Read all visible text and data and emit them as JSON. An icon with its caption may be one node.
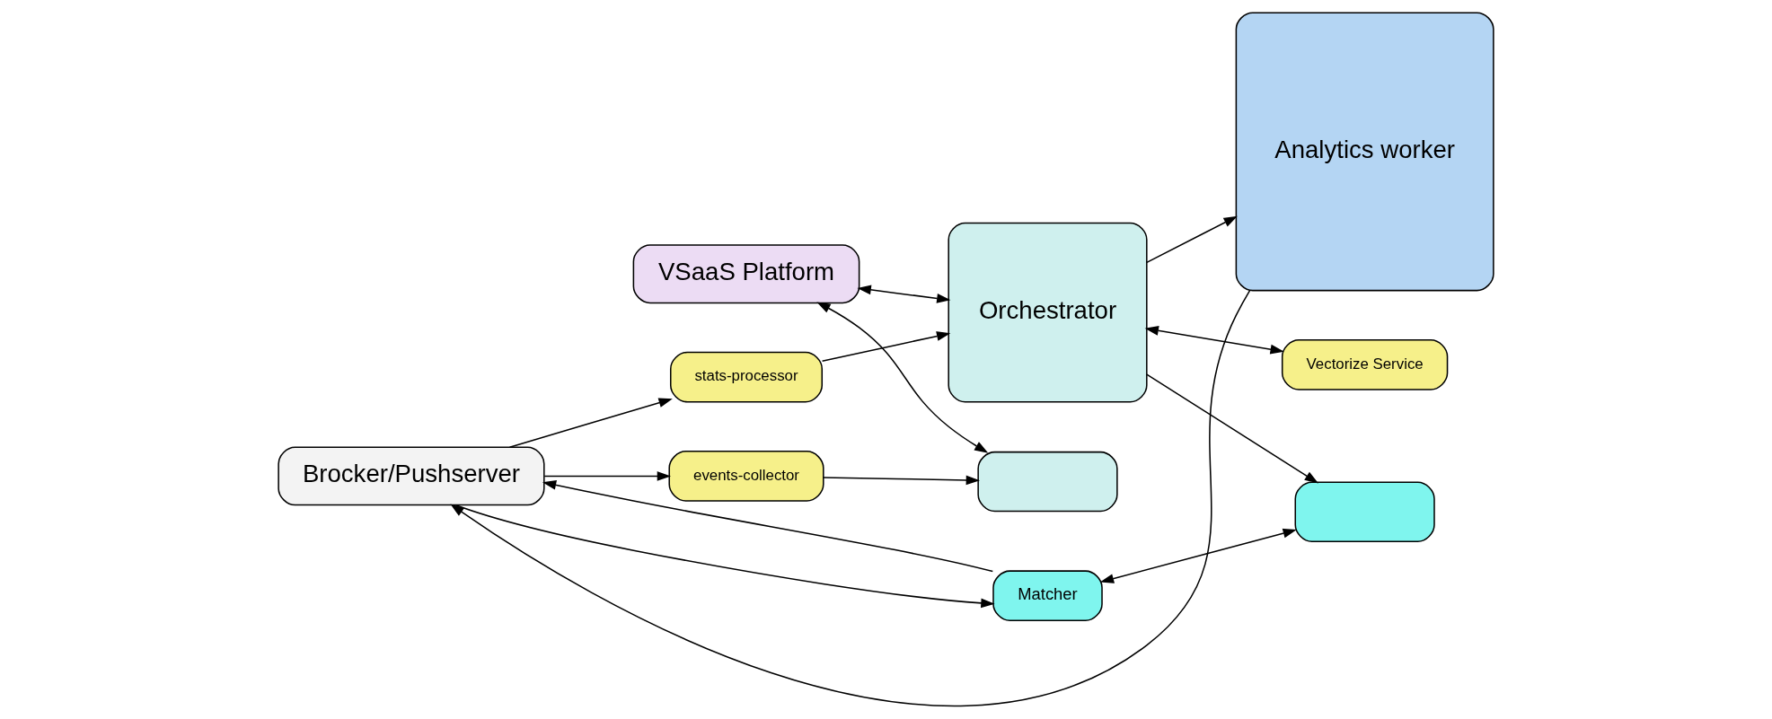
{
  "diagram": {
    "nodes": [
      {
        "text": [
          "VSaaS Platform"
        ]
      },
      {
        "text": [
          "Brocker/Pushserver"
        ]
      },
      {
        "text": [
          "stats-processor"
        ]
      },
      {
        "text": [
          "Orchestrator"
        ]
      },
      {
        "text": [
          "Analytics worker"
        ]
      },
      {
        "text": [
          "events-collector"
        ]
      },
      {
        "text": [
          "Matcher"
        ]
      },
      {
        "text": [
          "Vectorize Service"
        ]
      },
      {
        "text": [],
        "shape": "box"
      },
      {
        "text": [],
        "shape": "box"
      }
    ],
    "edges": [
      {
        "from": 0,
        "to": 8,
        "arrow": "both"
      },
      {
        "from": 0,
        "to": 3,
        "arrow": "both"
      },
      {
        "from": 1,
        "to": 2,
        "arrow": "to"
      },
      {
        "from": 2,
        "to": 3,
        "arrow": "to"
      },
      {
        "from": 3,
        "to": 4,
        "arrow": "to"
      },
      {
        "from": 3,
        "to": 7,
        "arrow": "both"
      },
      {
        "from": 1,
        "to": 5,
        "arrow": "to"
      },
      {
        "from": 5,
        "to": 8,
        "arrow": "to"
      },
      {
        "from": 1,
        "to": 6,
        "arrow": "to"
      },
      {
        "from": 6,
        "to": 1,
        "arrow": "to"
      },
      {
        "from": 6,
        "to": 9,
        "arrow": "both"
      },
      {
        "from": 3,
        "to": 9,
        "arrow": "to"
      },
      {
        "from": 4,
        "to": 1,
        "arrow": "to"
      }
    ]
  }
}
